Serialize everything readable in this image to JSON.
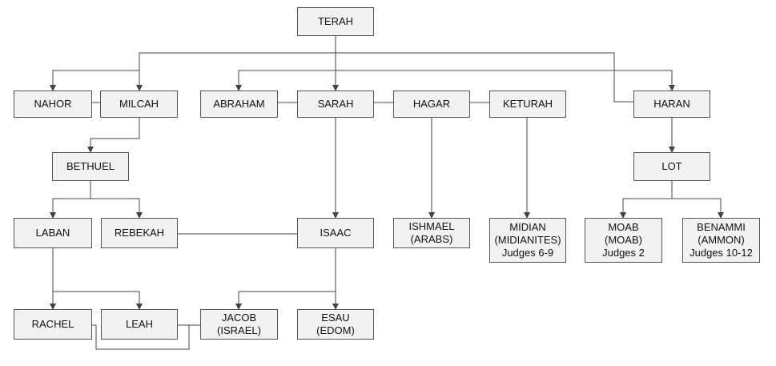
{
  "colors": {
    "box_fill": "#f2f2f2",
    "box_border": "#555555",
    "line": "#444444",
    "text": "#111111"
  },
  "nodes": {
    "terah": {
      "lines": [
        "TERAH"
      ]
    },
    "nahor": {
      "lines": [
        "NAHOR"
      ]
    },
    "milcah": {
      "lines": [
        "MILCAH"
      ]
    },
    "abraham": {
      "lines": [
        "ABRAHAM"
      ]
    },
    "sarah": {
      "lines": [
        "SARAH"
      ]
    },
    "hagar": {
      "lines": [
        "HAGAR"
      ]
    },
    "keturah": {
      "lines": [
        "KETURAH"
      ]
    },
    "haran": {
      "lines": [
        "HARAN"
      ]
    },
    "bethuel": {
      "lines": [
        "BETHUEL"
      ]
    },
    "lot": {
      "lines": [
        "LOT"
      ]
    },
    "laban": {
      "lines": [
        "LABAN"
      ]
    },
    "rebekah": {
      "lines": [
        "REBEKAH"
      ]
    },
    "isaac": {
      "lines": [
        "ISAAC"
      ]
    },
    "ishmael": {
      "lines": [
        "ISHMAEL",
        "(ARABS)"
      ]
    },
    "midian": {
      "lines": [
        "MIDIAN",
        "(MIDIANITES)",
        "Judges 6-9"
      ]
    },
    "moab": {
      "lines": [
        "MOAB",
        "(MOAB)",
        "Judges 2"
      ]
    },
    "benammi": {
      "lines": [
        "BENAMMI",
        "(AMMON)",
        "Judges 10-12"
      ]
    },
    "rachel": {
      "lines": [
        "RACHEL"
      ]
    },
    "leah": {
      "lines": [
        "LEAH"
      ]
    },
    "jacob": {
      "lines": [
        "JACOB",
        "(ISRAEL)"
      ]
    },
    "esau": {
      "lines": [
        "ESAU",
        "(EDOM)"
      ]
    }
  }
}
